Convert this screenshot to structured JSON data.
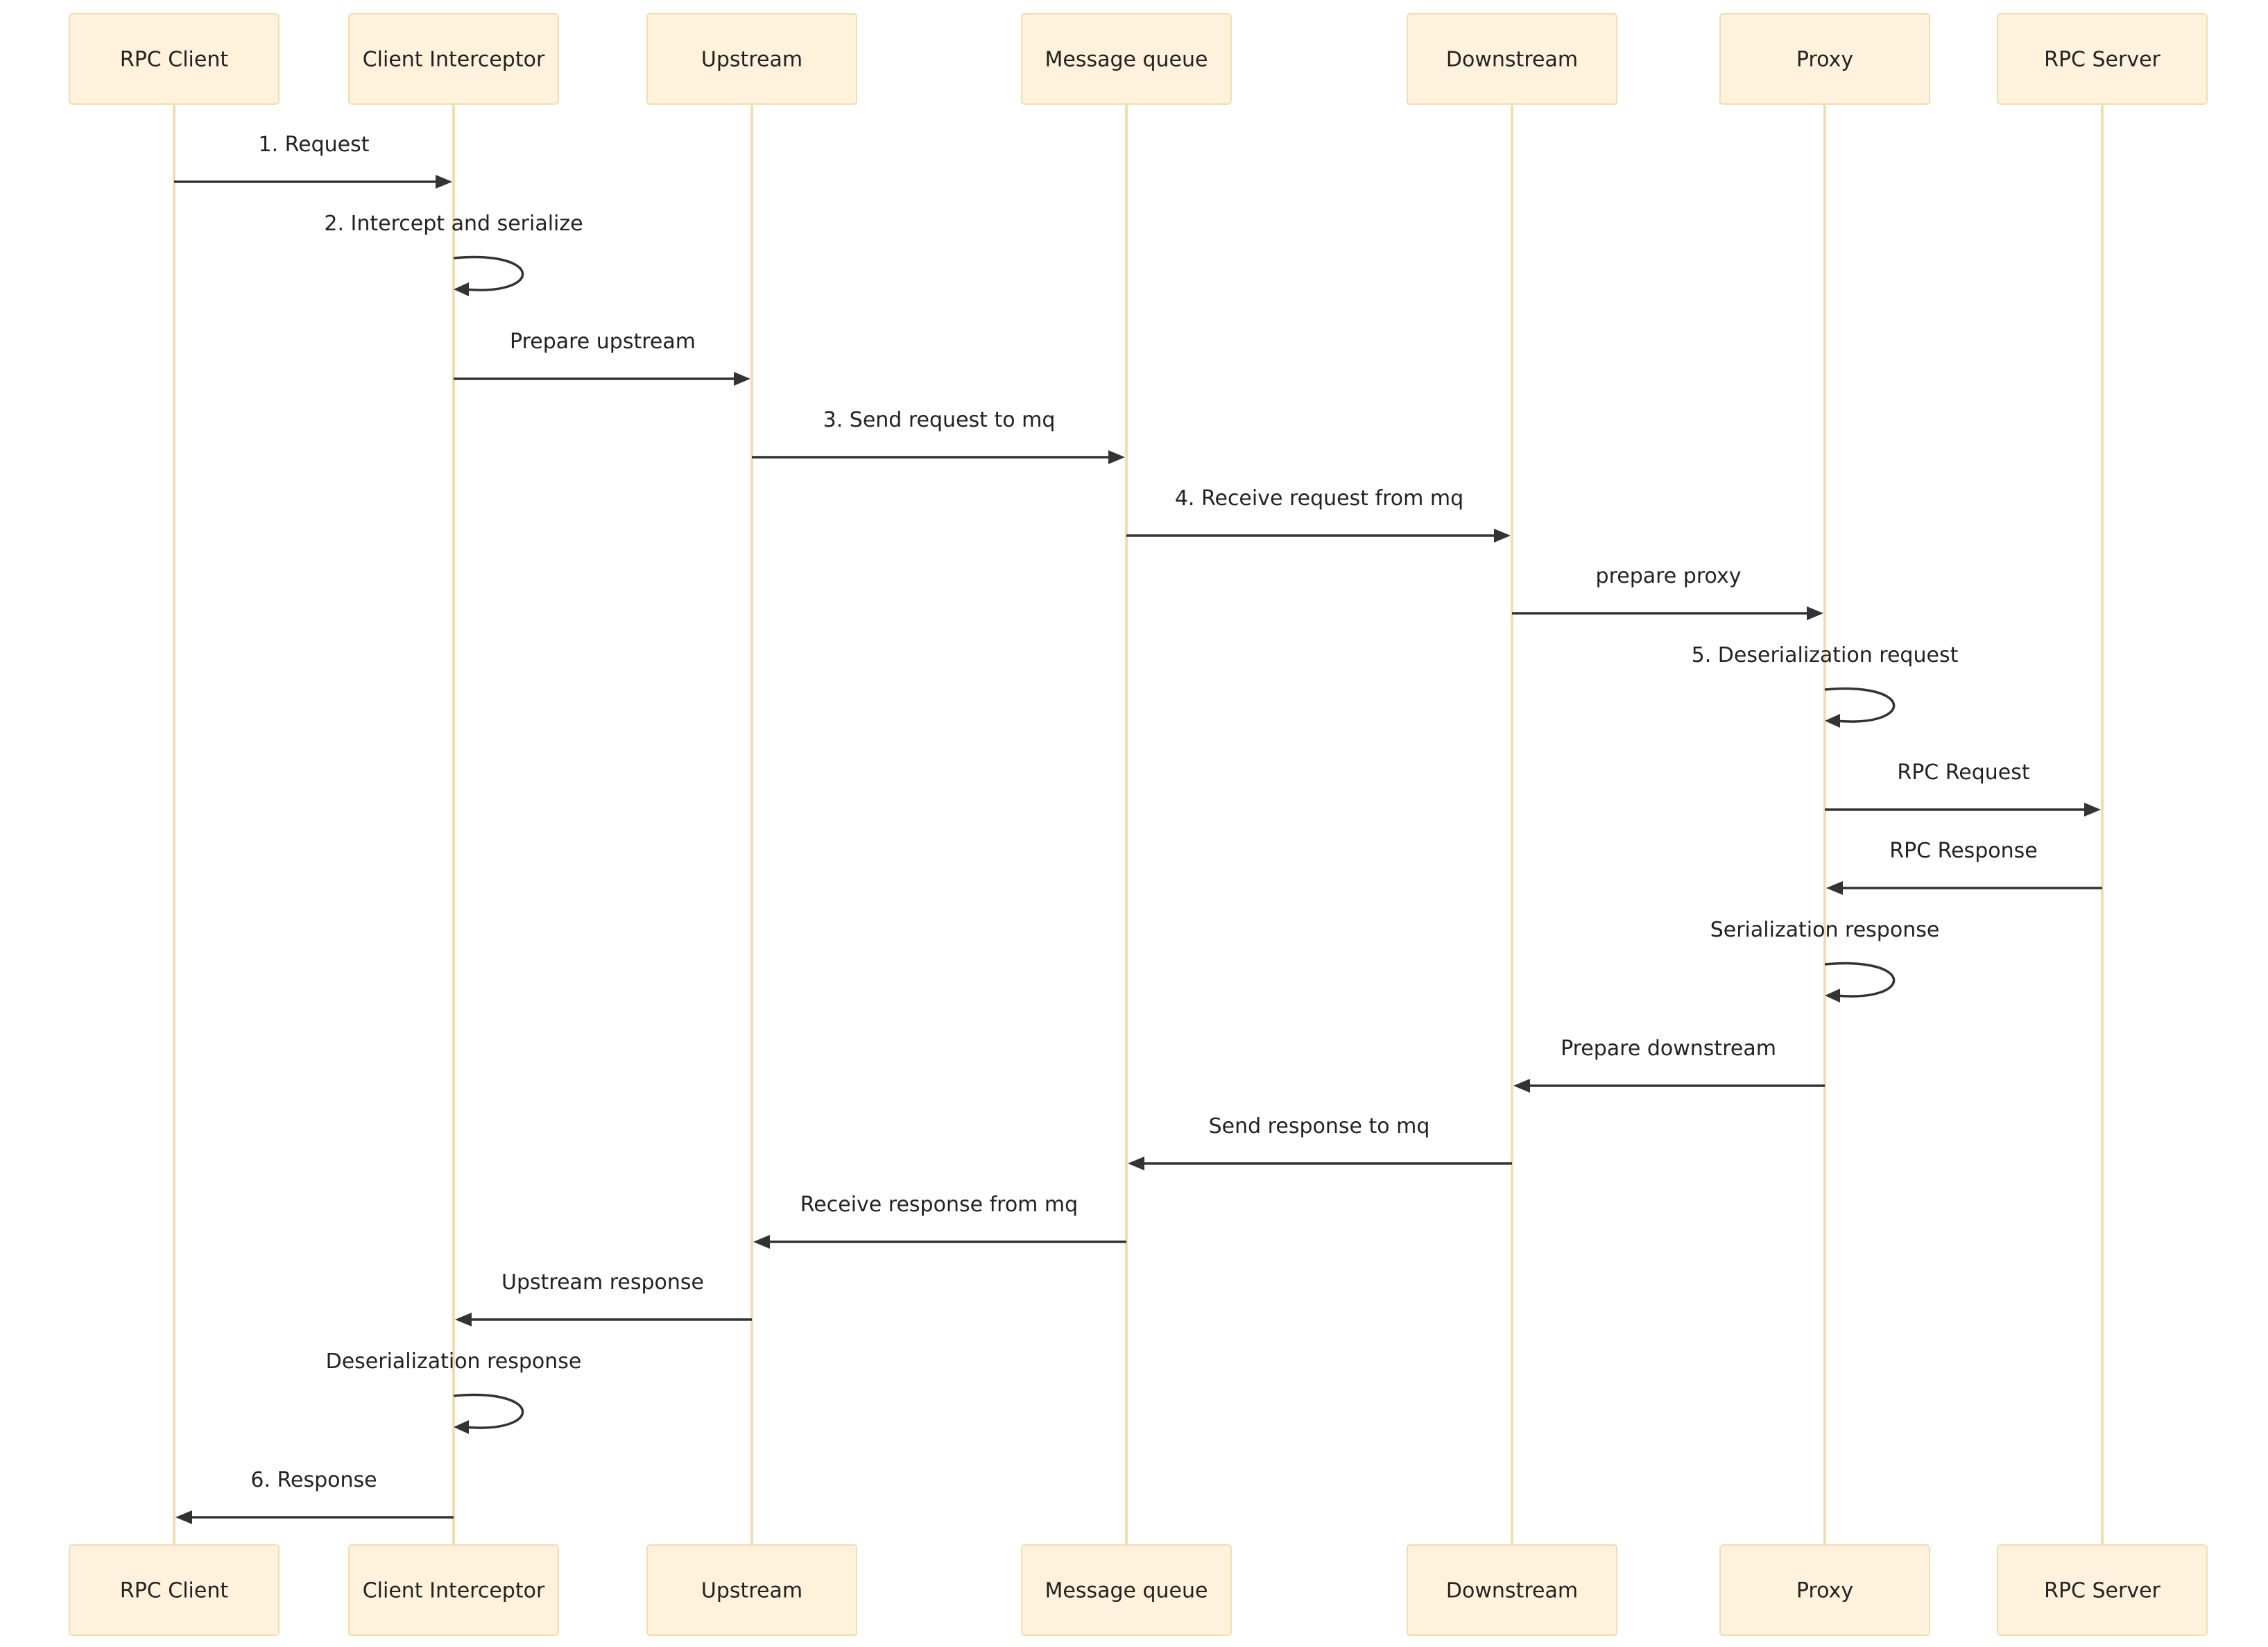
{
  "actors": [
    {
      "id": "rpc-client",
      "label": "RPC Client"
    },
    {
      "id": "client-interceptor",
      "label": "Client Interceptor"
    },
    {
      "id": "upstream",
      "label": "Upstream"
    },
    {
      "id": "message-queue",
      "label": "Message queue"
    },
    {
      "id": "downstream",
      "label": "Downstream"
    },
    {
      "id": "proxy",
      "label": "Proxy"
    },
    {
      "id": "rpc-server",
      "label": "RPC Server"
    }
  ],
  "messages": [
    {
      "from": 0,
      "to": 1,
      "label": "1. Request"
    },
    {
      "from": 1,
      "to": 1,
      "label": "2. Intercept and serialize"
    },
    {
      "from": 1,
      "to": 2,
      "label": "Prepare upstream"
    },
    {
      "from": 2,
      "to": 3,
      "label": "3. Send request to mq"
    },
    {
      "from": 3,
      "to": 4,
      "label": "4. Receive request from mq"
    },
    {
      "from": 4,
      "to": 5,
      "label": "prepare proxy"
    },
    {
      "from": 5,
      "to": 5,
      "label": "5. Deserialization request"
    },
    {
      "from": 5,
      "to": 6,
      "label": "RPC Request"
    },
    {
      "from": 6,
      "to": 5,
      "label": "RPC Response"
    },
    {
      "from": 5,
      "to": 5,
      "label": "Serialization response"
    },
    {
      "from": 5,
      "to": 4,
      "label": "Prepare downstream"
    },
    {
      "from": 4,
      "to": 3,
      "label": "Send response to mq"
    },
    {
      "from": 3,
      "to": 2,
      "label": "Receive response from mq"
    },
    {
      "from": 2,
      "to": 1,
      "label": "Upstream response"
    },
    {
      "from": 1,
      "to": 1,
      "label": "Deserialization response"
    },
    {
      "from": 1,
      "to": 0,
      "label": "6. Response"
    }
  ]
}
